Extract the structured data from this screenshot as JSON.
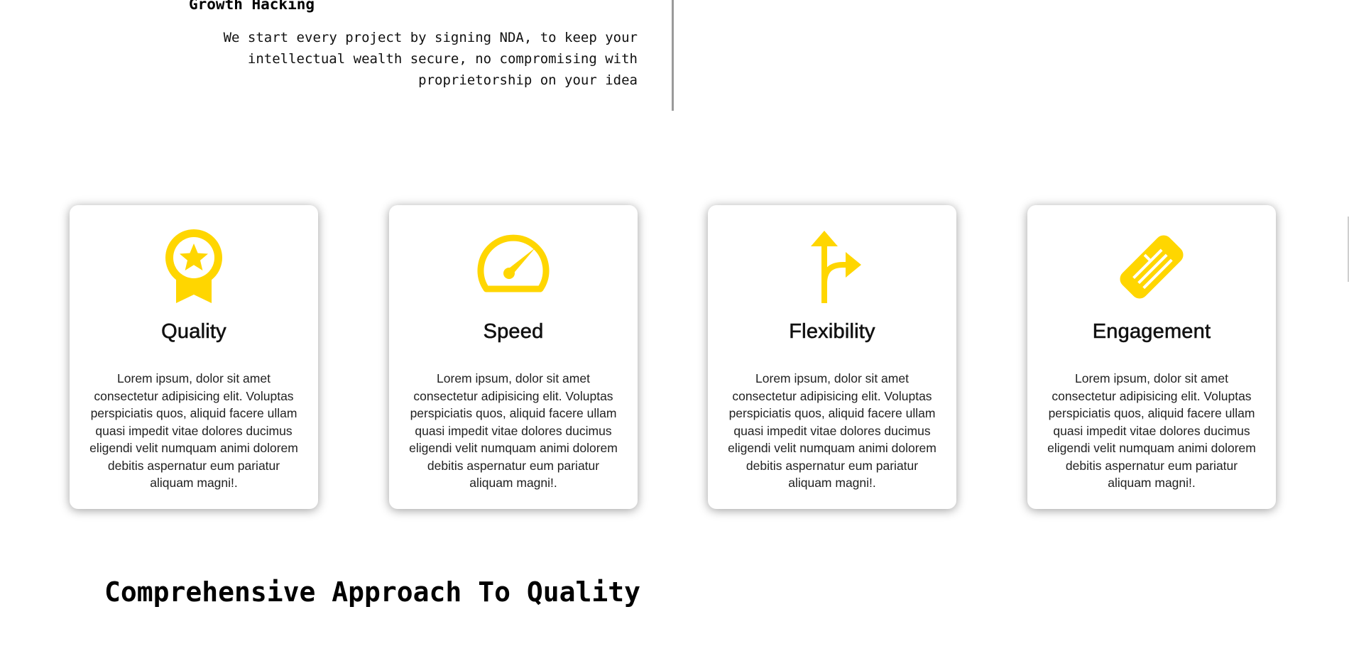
{
  "intro": {
    "title": "Growth Hacking",
    "description": "We start every project by signing NDA, to keep your intellectual wealth secure, no compromising with proprietorship on your idea"
  },
  "accent_color": "#FFD600",
  "cards": [
    {
      "title": "Quality",
      "icon": "award-ribbon-icon",
      "text": "Lorem ipsum, dolor sit amet consectetur adipisicing elit. Voluptas perspiciatis quos, aliquid facere ullam quasi impedit vitae dolores ducimus eligendi velit numquam animi dolorem debitis aspernatur eum pariatur aliquam magni!."
    },
    {
      "title": "Speed",
      "icon": "speedometer-icon",
      "text": "Lorem ipsum, dolor sit amet consectetur adipisicing elit. Voluptas perspiciatis quos, aliquid facere ullam quasi impedit vitae dolores ducimus eligendi velit numquam animi dolorem debitis aspernatur eum pariatur aliquam magni!."
    },
    {
      "title": "Flexibility",
      "icon": "fork-arrow-icon",
      "text": "Lorem ipsum, dolor sit amet consectetur adipisicing elit. Voluptas perspiciatis quos, aliquid facere ullam quasi impedit vitae dolores ducimus eligendi velit numquam animi dolorem debitis aspernatur eum pariatur aliquam magni!."
    },
    {
      "title": "Engagement",
      "icon": "handshake-icon",
      "text": "Lorem ipsum, dolor sit amet consectetur adipisicing elit. Voluptas perspiciatis quos, aliquid facere ullam quasi impedit vitae dolores ducimus eligendi velit numquam animi dolorem debitis aspernatur eum pariatur aliquam magni!."
    }
  ],
  "section_heading": "Comprehensive Approach To Quality"
}
